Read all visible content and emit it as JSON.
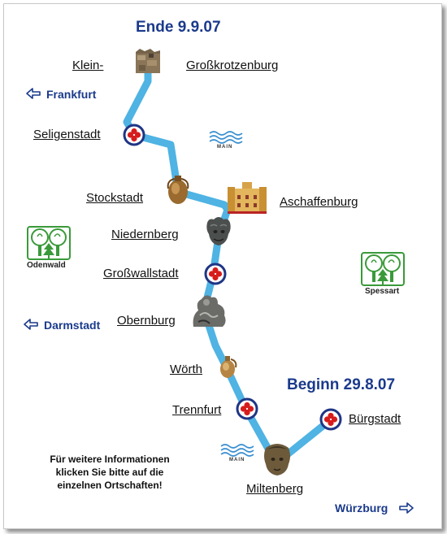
{
  "headings": {
    "end": "Ende 9.9.07",
    "start": "Beginn 29.8.07"
  },
  "directions": {
    "frankfurt": "Frankfurt",
    "darmstadt": "Darmstadt",
    "wuerzburg": "Würzburg"
  },
  "towns": {
    "klein": "Klein-",
    "grosskrotzenburg": "Großkrotzenburg",
    "seligenstadt": "Seligenstadt",
    "stockstadt": "Stockstadt",
    "aschaffenburg": "Aschaffenburg",
    "niedernberg": "Niedernberg",
    "grosswallstadt": "Großwallstadt",
    "obernburg": "Obernburg",
    "woerth": "Wörth",
    "trennfurt": "Trennfurt",
    "buergstadt": "Bürgstadt",
    "miltenberg": "Miltenberg"
  },
  "regions": {
    "odenwald": "Odenwald",
    "spessart": "Spessart"
  },
  "river": {
    "label": "MAIN",
    "color": "#4fb3e3"
  },
  "info": {
    "line1": "Für weitere Informationen",
    "line2": "klicken Sie bitte auf die",
    "line3": "einzelnen Ortschaften!"
  },
  "colors": {
    "heading": "#1a3a8c",
    "route": "#4fb3e3",
    "marker_ring": "#1f3585",
    "marker_dot": "#d61c1c",
    "forest_green": "#3a9a3a"
  },
  "icons": {
    "direction_arrow_left": "arrow-left-icon",
    "direction_arrow_right": "arrow-right-icon",
    "stop_marker": "stop-marker-icon",
    "forest": "forest-icon",
    "water": "water-waves-icon"
  }
}
